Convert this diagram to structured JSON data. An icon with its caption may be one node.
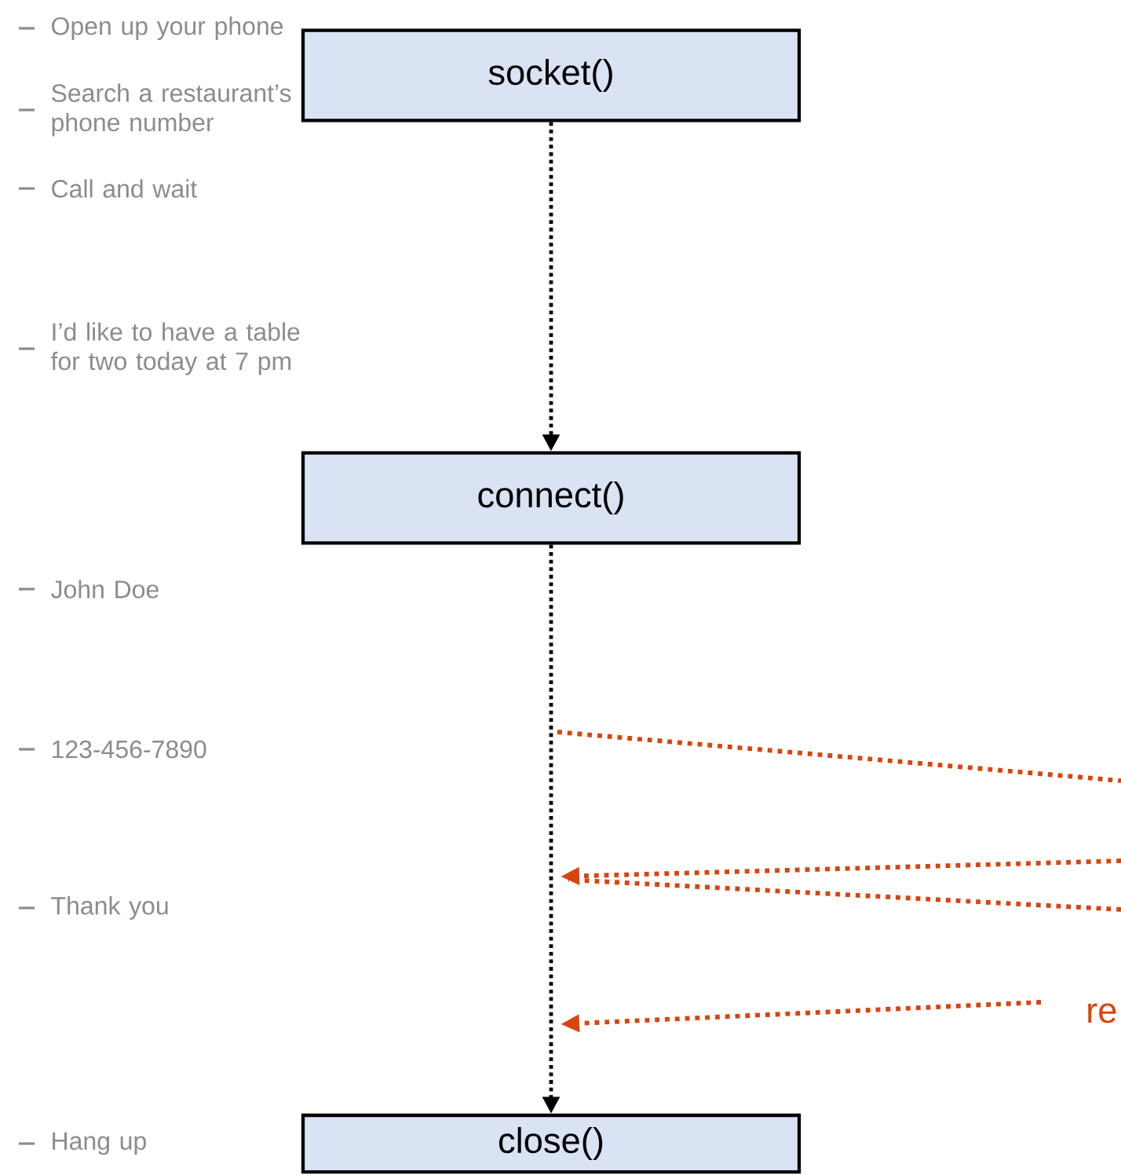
{
  "diagram": {
    "nodes": [
      {
        "text": [
          "socket()"
        ]
      },
      {
        "text": [
          "connect()"
        ]
      },
      {
        "text": [
          "close()"
        ]
      }
    ],
    "edges": [
      {
        "from": 0,
        "to": 1,
        "arrow": "to"
      },
      {
        "from": 1,
        "to": 2,
        "arrow": "to"
      }
    ],
    "labels": [
      "Open up your phone",
      "Search a restaurant’s phone number",
      "Call and wait",
      "I’d like to have a table for two today at 7 pm",
      "John Doe",
      "123-456-7890",
      "Thank you",
      "re",
      "Hang up"
    ]
  }
}
